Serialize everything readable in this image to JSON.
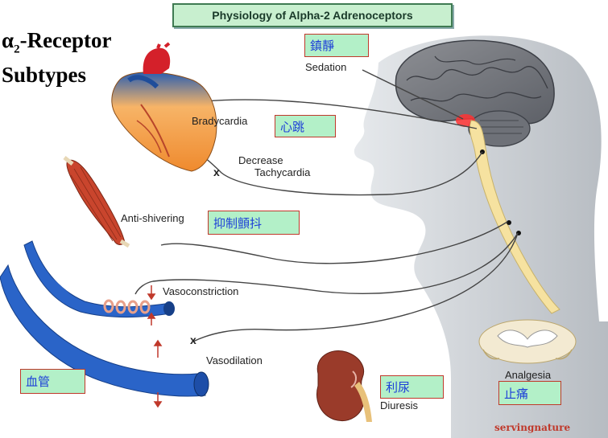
{
  "header": {
    "title": "Physiology of Alpha-2 Adrenoceptors"
  },
  "main_title": {
    "alpha": "α",
    "subscript": "2",
    "rest": "-Receptor",
    "line2": "Subtypes"
  },
  "labels": {
    "sedation": "Sedation",
    "bradycardia": "Bradycardia",
    "decrease": "Decrease",
    "tachycardia": "Tachycardia",
    "anti_shivering": "Anti-shivering",
    "vasoconstriction": "Vasoconstriction",
    "vasodilation": "Vasodilation",
    "analgesia": "Analgesia",
    "diuresis": "Diuresis"
  },
  "translations": {
    "sedation": "鎮靜",
    "heartbeat": "心跳",
    "anti_shivering": "抑制顫抖",
    "blood_vessel": "血管",
    "diuresis": "利尿",
    "analgesia": "止痛"
  },
  "watermark": "servingnature",
  "colors": {
    "box_fill": "#b3f0c8",
    "box_border": "#c0392b",
    "box_text": "#1d3fd8",
    "vessel_blue": "#2a64c8",
    "heart_orange": "#f2993f",
    "head_gray": "#c9ced3",
    "spine_yellow": "#f6e2a0"
  },
  "icons": [
    "head-icon",
    "brain-icon",
    "heart-icon",
    "muscle-icon",
    "blood-vessel-icon",
    "kidney-icon",
    "spinal-cord-icon"
  ]
}
